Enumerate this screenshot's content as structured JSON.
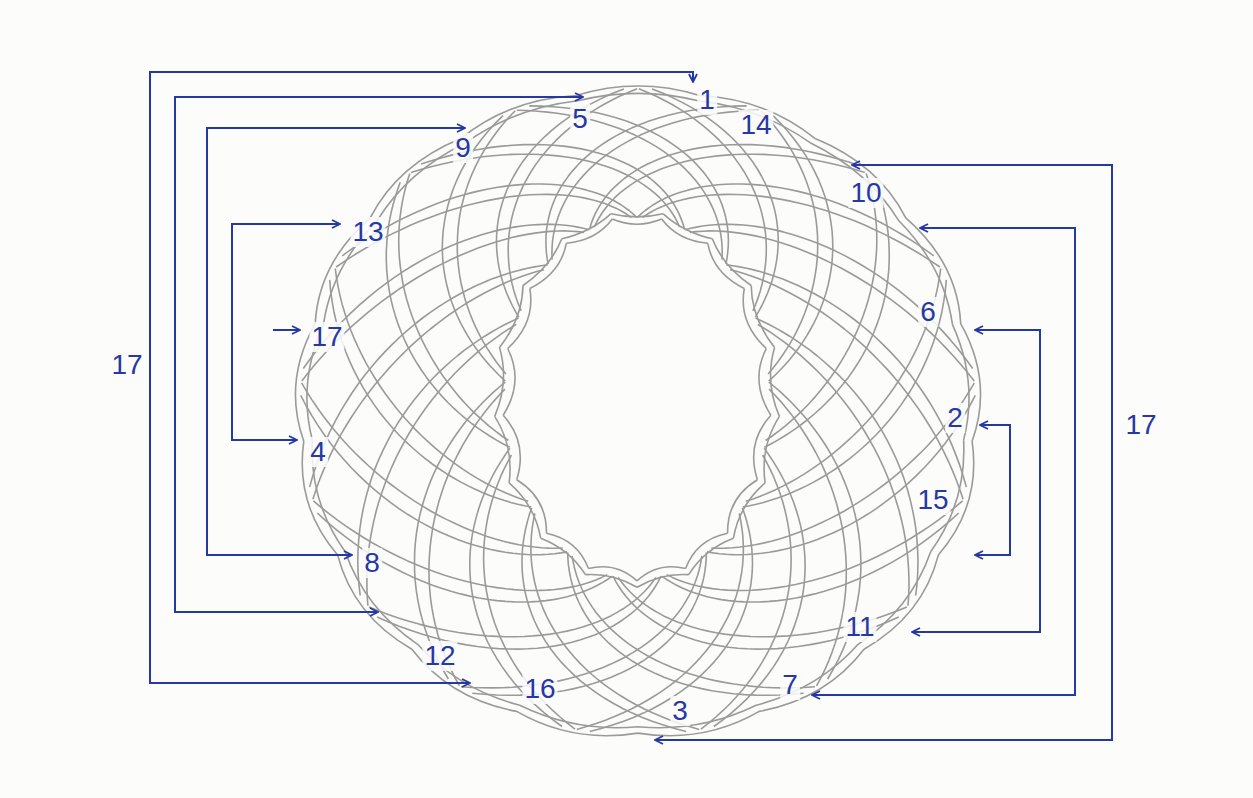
{
  "diagram": {
    "labels": [
      "17",
      "1",
      "5",
      "9",
      "14",
      "10",
      "13",
      "6",
      "17",
      "2",
      "17",
      "4",
      "15",
      "8",
      "11",
      "12",
      "16",
      "7",
      "3"
    ]
  }
}
